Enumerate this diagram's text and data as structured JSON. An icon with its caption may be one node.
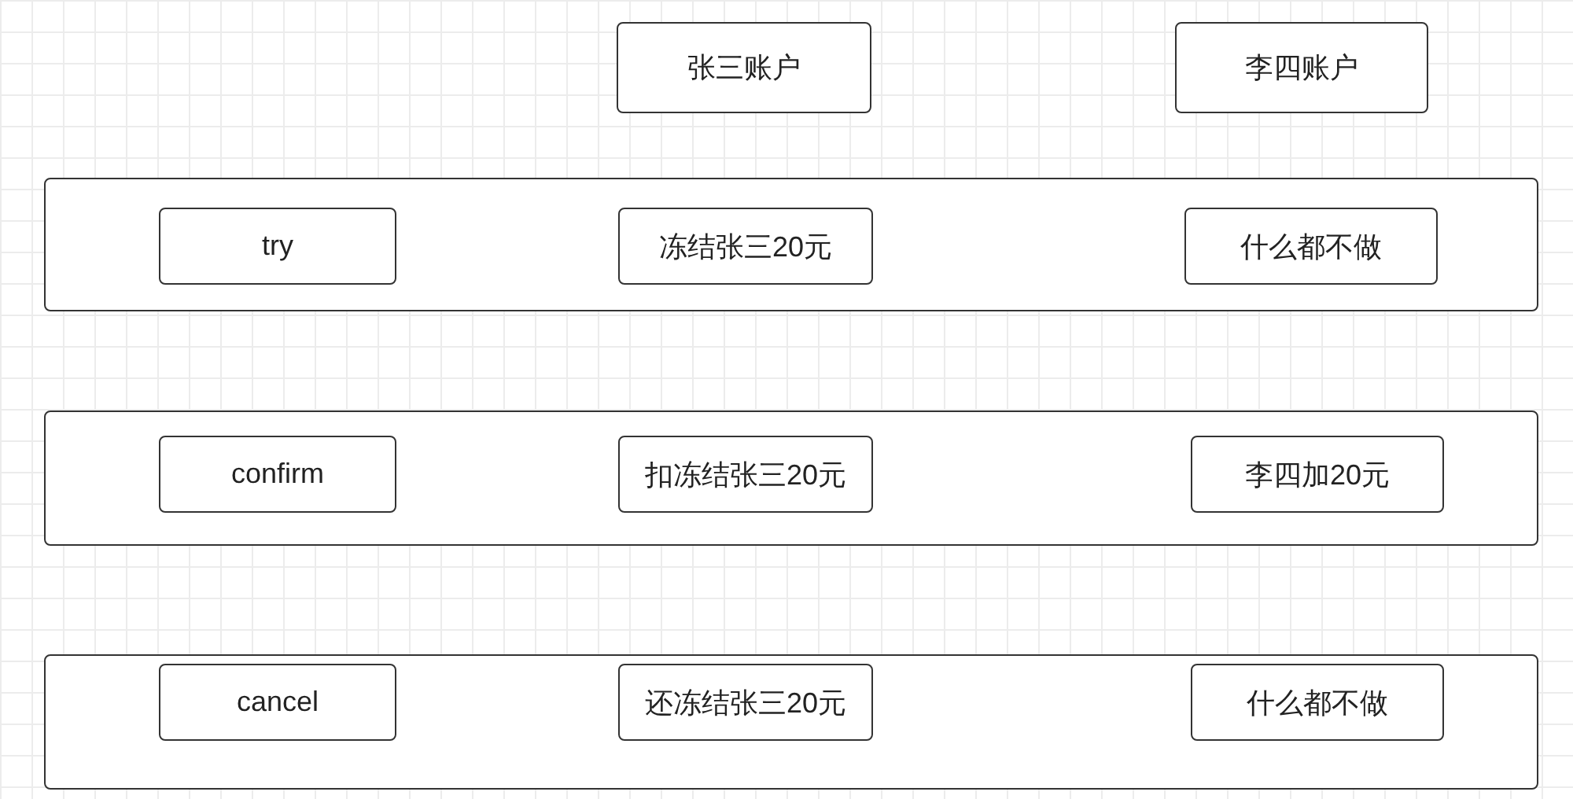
{
  "diagram": {
    "nodes": [
      {
        "text": [
          "张三账户"
        ]
      },
      {
        "text": [
          "李四账户"
        ]
      },
      {
        "text": [],
        "shape": "box"
      },
      {
        "text": [
          "try"
        ],
        "in": 2
      },
      {
        "text": [
          "冻结张三20元"
        ],
        "in": 2
      },
      {
        "text": [
          "什么都不做"
        ],
        "in": 2
      },
      {
        "text": [],
        "shape": "box"
      },
      {
        "text": [
          "confirm"
        ],
        "in": 6
      },
      {
        "text": [
          "扣冻结张三20元"
        ],
        "in": 6
      },
      {
        "text": [
          "李四加20元"
        ],
        "in": 6
      },
      {
        "text": [],
        "shape": "box"
      },
      {
        "text": [
          "cancel"
        ],
        "in": 10
      },
      {
        "text": [
          "还冻结张三20元"
        ],
        "in": 10
      },
      {
        "text": [
          "什么都不做"
        ],
        "in": 10
      }
    ]
  }
}
